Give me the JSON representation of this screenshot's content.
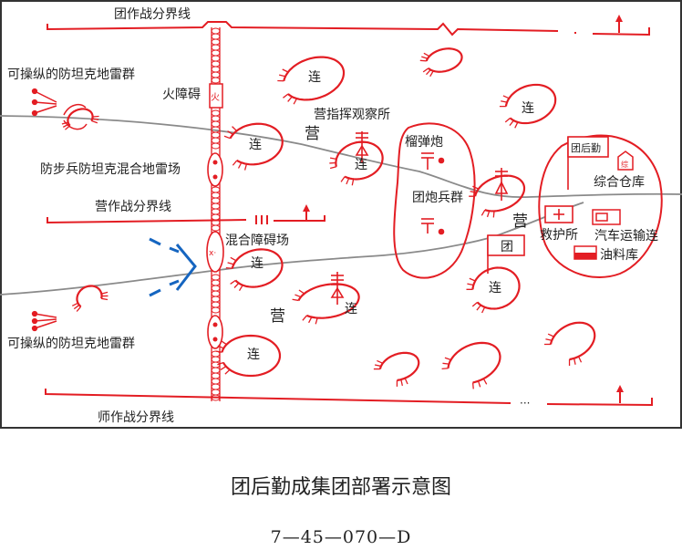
{
  "labels": {
    "regiment_boundary_top": "团作战分界线",
    "division_boundary_bottom": "师作战分界线",
    "battalion_boundary": "营作战分界线",
    "fire_obstacle": "火障碍",
    "fire_symbol": "火",
    "anti_personnel_field": "防步兵防坦克混合地雷场",
    "mixed_obstacle_field": "混合障碍场",
    "controllable_mines_top": "可操纵的防坦克地雷群",
    "controllable_mines_bottom": "可操纵的防坦克地雷群",
    "battalion_cp": "营指挥观察所",
    "mortar": "榴弹炮",
    "regiment_artillery": "团炮兵群",
    "regiment_logistics": "团后勤",
    "warehouse": "综合仓库",
    "warehouse_symbol": "综",
    "aid_station": "救护所",
    "transport_company": "汽车运输连",
    "fuel_depot": "油料库",
    "regiment": "团",
    "battalion": "营",
    "company": "连"
  },
  "caption": {
    "title": "团后勤成集团部署示意图",
    "code": "7—45—070—D"
  },
  "colors": {
    "red": "#e31d23",
    "blue": "#1565c0",
    "road": "#8a8a8a",
    "frame": "#333333"
  }
}
